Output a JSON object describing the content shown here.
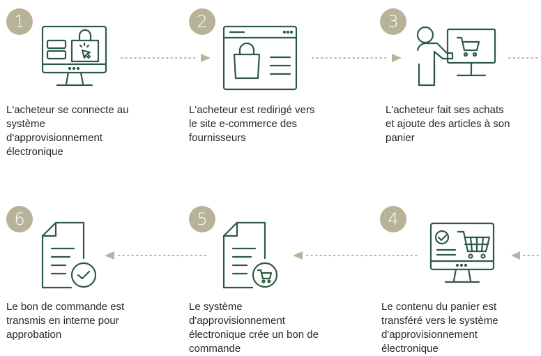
{
  "steps": [
    {
      "number": "1",
      "text": "L'acheteur se connecte au système d'approvisionnement électronique",
      "icon": "monitor-shopping-bag-icon"
    },
    {
      "number": "2",
      "text": "L'acheteur est redirigé vers le site e-commerce des fournisseurs",
      "icon": "browser-shopping-bag-icon"
    },
    {
      "number": "3",
      "text": "L'acheteur fait ses achats et ajoute des articles à son panier",
      "icon": "person-at-computer-cart-icon"
    },
    {
      "number": "4",
      "text": "Le contenu du panier est transféré vers le système d'approvisionnement électronique",
      "icon": "monitor-checkmark-cart-icon"
    },
    {
      "number": "5",
      "text": "Le système d'approvisionnement électronique crée un bon de commande",
      "icon": "document-cart-icon"
    },
    {
      "number": "6",
      "text": "Le bon de commande est transmis en interne pour approbation",
      "icon": "document-checkmark-icon"
    }
  ],
  "colors": {
    "icon_stroke": "#2d5a44",
    "badge": "#b7b399",
    "arrow": "#b7b399"
  }
}
